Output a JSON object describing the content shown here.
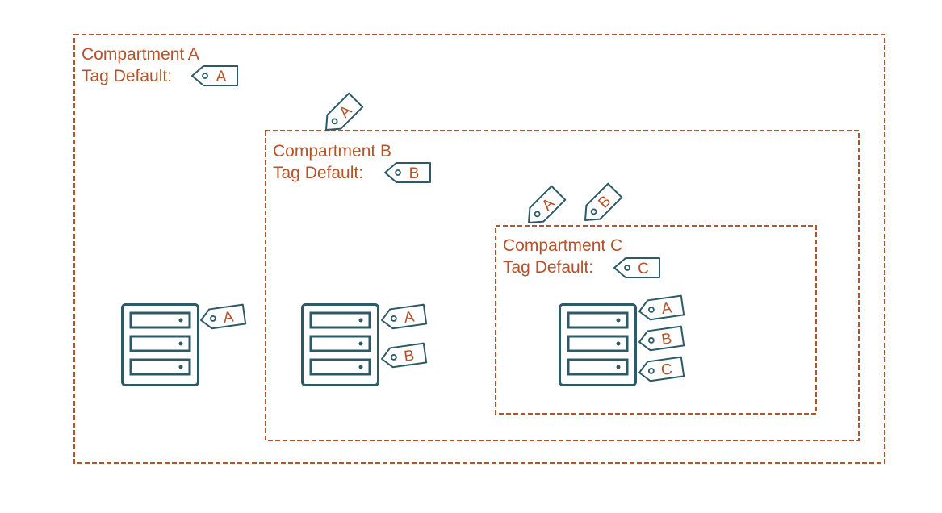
{
  "colors": {
    "accent": "#b5532a",
    "server": "#2c5a66",
    "tag_outline": "#2c5a66"
  },
  "compartments": [
    {
      "id": "a",
      "title": "Compartment A",
      "tag_default_label": "Tag Default:",
      "tag_default": "A"
    },
    {
      "id": "b",
      "title": "Compartment B",
      "tag_default_label": "Tag Default:",
      "tag_default": "B"
    },
    {
      "id": "c",
      "title": "Compartment C",
      "tag_default_label": "Tag Default:",
      "tag_default": "C"
    }
  ],
  "inherited_tags": [
    {
      "id": "b-inherit-a",
      "compartment": "b",
      "letter": "A"
    },
    {
      "id": "c-inherit-a",
      "compartment": "c",
      "letter": "A"
    },
    {
      "id": "c-inherit-b",
      "compartment": "c",
      "letter": "B"
    }
  ],
  "servers": [
    {
      "id": "server-a",
      "compartment": "a",
      "icon": "server-icon",
      "tags": [
        "A"
      ]
    },
    {
      "id": "server-b",
      "compartment": "b",
      "icon": "server-icon",
      "tags": [
        "A",
        "B"
      ]
    },
    {
      "id": "server-c",
      "compartment": "c",
      "icon": "server-icon",
      "tags": [
        "A",
        "B",
        "C"
      ]
    }
  ]
}
